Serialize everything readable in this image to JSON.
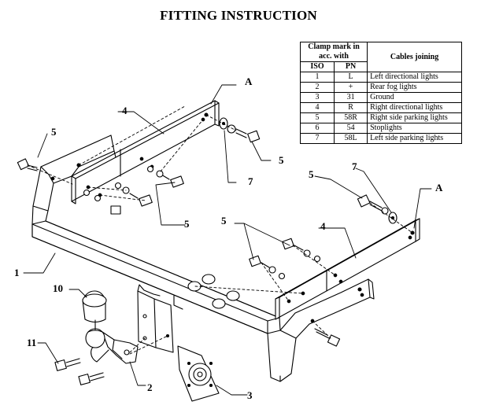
{
  "title": "FITTING INSTRUCTION",
  "table": {
    "header": {
      "clamp_mark": "Clamp mark in acc. with",
      "cables_joining": "Cables joining",
      "iso": "ISO",
      "pn": "PN"
    },
    "rows": [
      {
        "iso": "1",
        "pn": "L",
        "cable": "Left directional lights"
      },
      {
        "iso": "2",
        "pn": "+",
        "cable": "Rear fog lights"
      },
      {
        "iso": "3",
        "pn": "31",
        "cable": "Ground"
      },
      {
        "iso": "4",
        "pn": "R",
        "cable": "Right directional lights"
      },
      {
        "iso": "5",
        "pn": "58R",
        "cable": "Right side parking lights"
      },
      {
        "iso": "6",
        "pn": "54",
        "cable": "Stoplights"
      },
      {
        "iso": "7",
        "pn": "58L",
        "cable": "Left side parking lights"
      }
    ]
  },
  "callouts": {
    "a_left": "A",
    "a_right": "A",
    "bracket_left": "4",
    "bracket_right": "4",
    "bolts_top_left": "5",
    "bolts_right_of_left_bracket": "5",
    "bolts_left_bracket_nuts": "5",
    "bolt_right_top": "5",
    "bolts_right_bracket": "5",
    "washer_left": "7",
    "washer_right": "7",
    "crossbar": "1",
    "ball_cover": "10",
    "bolts_ball": "11",
    "ball_mount": "2",
    "socket_plate": "3"
  }
}
